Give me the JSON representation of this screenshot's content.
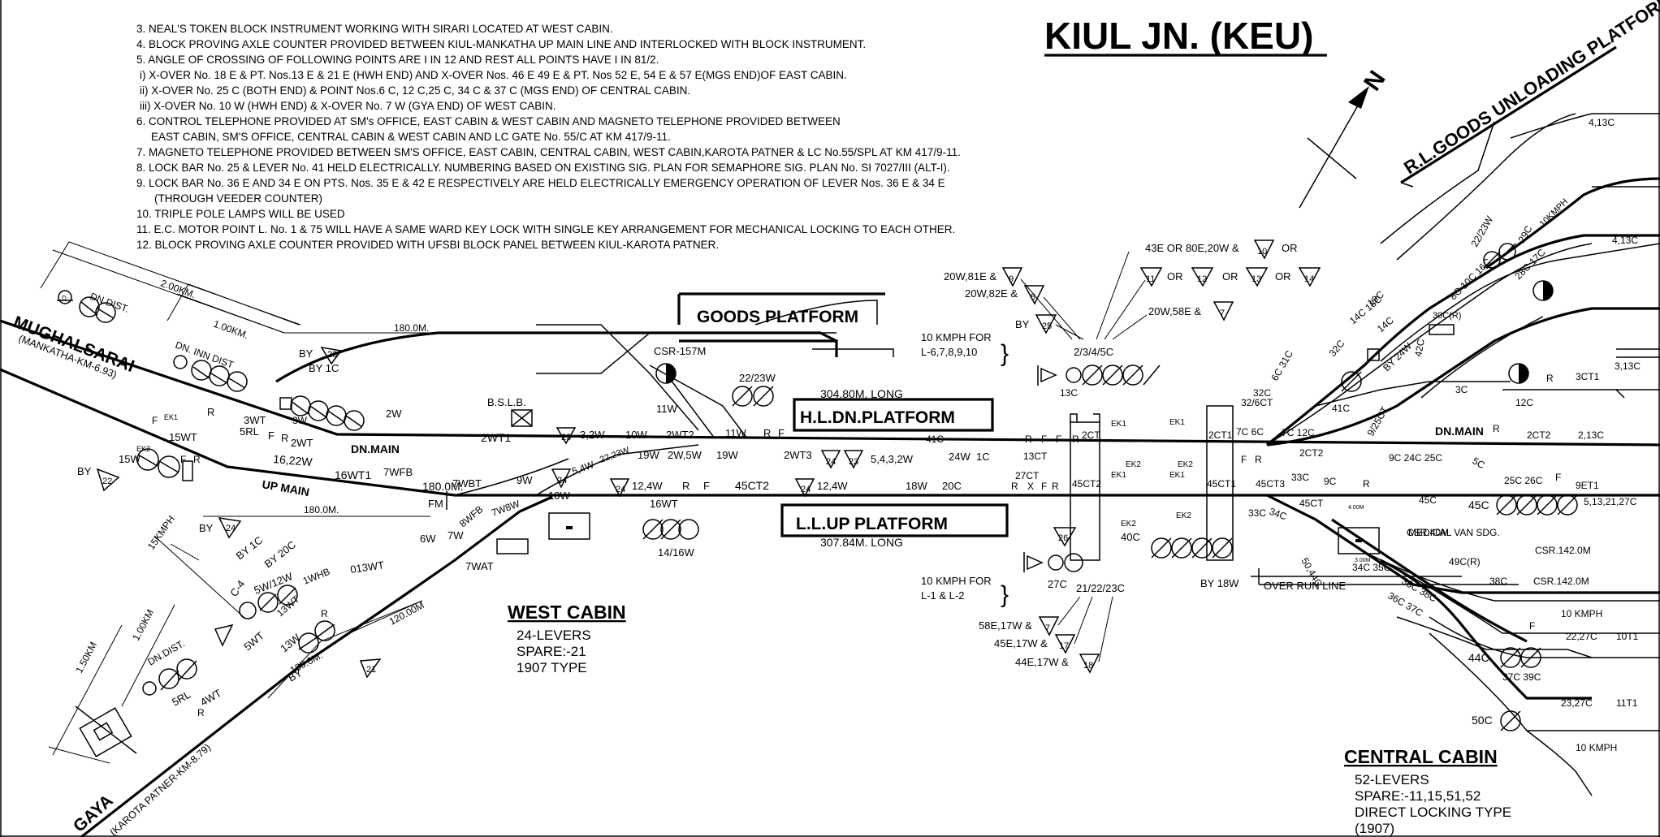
{
  "title": "KIUL JN. (KEU)",
  "notes": [
    "3. NEAL'S TOKEN BLOCK INSTRUMENT WORKING WITH SIRARI LOCATED AT WEST CABIN.",
    "4. BLOCK PROVING AXLE COUNTER PROVIDED BETWEEN KIUL-MANKATHA UP MAIN LINE AND INTERLOCKED WITH BLOCK INSTRUMENT.",
    "5. ANGLE OF CROSSING OF FOLLOWING POINTS ARE I IN 12 AND REST ALL POINTS HAVE I IN 81/2.",
    "i) X-OVER No. 18 E & PT. Nos.13 E & 21 E (HWH END) AND X-OVER Nos. 46 E 49 E & PT. Nos 52 E, 54 E & 57 E(MGS END)OF EAST CABIN.",
    "ii) X-OVER No. 25 C (BOTH END) & POINT Nos.6 C, 12 C,25 C, 34 C & 37 C (MGS END) OF CENTRAL CABIN.",
    "iii) X-OVER No. 10 W (HWH END) & X-OVER No. 7 W (GYA END) OF WEST CABIN.",
    "6. CONTROL TELEPHONE PROVIDED AT SM's OFFICE, EAST CABIN & WEST CABIN AND MAGNETO TELEPHONE PROVIDED BETWEEN",
    "EAST CABIN, SM'S OFFICE, CENTRAL CABIN & WEST CABIN AND LC GATE No. 55/C AT KM 417/9-11.",
    "7. MAGNETO TELEPHONE PROVIDED BETWEEN SM'S OFFICE, EAST CABIN, CENTRAL CABIN, WEST CABIN,KAROTA PATNER & LC No.55/SPL AT KM 417/9-11.",
    "8. LOCK BAR No. 25 & LEVER No. 41 HELD ELECTRICALLY. NUMBERING BASED ON EXISTING SIG. PLAN FOR SEMAPHORE SIG. PLAN No. SI 7027/III (ALT-I).",
    "9. LOCK BAR No. 36 E AND 34 E ON PTS. Nos. 35 E & 42 E RESPECTIVELY ARE HELD ELECTRICALLY EMERGENCY OPERATION OF LEVER Nos. 36 E & 34 E",
    "(THROUGH VEEDER COUNTER)",
    "10. TRIPLE POLE LAMPS WILL BE USED",
    "11. E.C. MOTOR POINT L. No. 1 & 75 WILL HAVE A SAME WARD KEY LOCK WITH SINGLE KEY ARRANGEMENT FOR MECHANICAL LOCKING TO EACH OTHER.",
    "12. BLOCK PROVING AXLE COUNTER PROVIDED WITH UFSBI BLOCK PANEL BETWEEN KIUL-KAROTA PATNER."
  ],
  "directions": {
    "mughalsarai": "MUGHALSARAI",
    "mughalsarai_km": "(MANKATHA-KM-6.93)",
    "gaya": "GAYA",
    "gaya_km": "(KAROTA PATNER-KM-8.79)",
    "north": "N"
  },
  "platforms": {
    "goods": "GOODS PLATFORM",
    "hl_dn": "H.L.DN.PLATFORM",
    "hl_dn_len": "304.80M. LONG",
    "ll_up": "L.L.UP PLATFORM",
    "ll_up_len": "307.84M. LONG",
    "rl_goods": "R.L.GOODS UNLOADING PLATFORM"
  },
  "cabins": {
    "west": {
      "name": "WEST CABIN",
      "lines": [
        "24-LEVERS",
        "SPARE:-21",
        "1907 TYPE"
      ]
    },
    "central": {
      "name": "CENTRAL CABIN",
      "lines": [
        "52-LEVERS",
        "SPARE:-11,15,51,52",
        "DIRECT LOCKING TYPE",
        "(1907)"
      ]
    }
  },
  "lines": {
    "dn_main": "DN.MAIN",
    "up_main": "UP MAIN",
    "dn_main_east": "DN.MAIN",
    "overrun": "OVER RUN LINE",
    "medical": "MEDICAL VAN SDG."
  },
  "labels": {
    "d2km": "2.00KM.",
    "d1km": "1.00KM.",
    "d180a": "180.0M.",
    "d180b": "180.0M.",
    "d180c": "180.0M.",
    "d120": "120.00M",
    "d150": "1.50KM",
    "d100": "1.00KM",
    "dn_dist": "DN.DIST.",
    "dn_inn_dist": "DN. INN DIST",
    "dn_dist2": "DN.DIST.",
    "csr157": "CSR-157M",
    "bslb": "B.S.L.B.",
    "kmph15": "15KMPH",
    "kmph10a": "10KMPH",
    "kmph10b": "10 KMPH",
    "kmph10c": "10 KMPH",
    "kmph_for_l6": "10 KMPH FOR",
    "kmph_for_l6b": "L-6,7,8,9,10",
    "kmph_for_l1": "10 KMPH FOR",
    "kmph_for_l1b": "L-1 & L-2",
    "csr40": "CSR.40M.",
    "csr142a": "CSR.142.0M",
    "csr142b": "CSR.142.0M",
    "by23": "BY",
    "by1c": "BY 1C",
    "by22": "BY",
    "by24": "BY",
    "by1c2": "BY 1C",
    "by20c": "BY 20C",
    "by21": "BY",
    "by25": "BY",
    "by24w": "BY 24W",
    "by18w": "BY 18W",
    "l2w": "2W",
    "l3w": "3W",
    "l3wt": "3WT",
    "l5rl": "5RL",
    "l2wt": "2WT",
    "l2wt1": "2WT1",
    "l15wt": "15WT",
    "l15w": "15W",
    "l16_22w": "16,22W",
    "l16wt1": "16WT1",
    "l7wfb": "7WFB",
    "l7wbt": "7WBT",
    "l9w": "9W",
    "l10w": "10W",
    "l11w": "11W",
    "l11w2": "11W",
    "l19w": "19W",
    "l19w2": "19W",
    "l22_23w": "22/23W",
    "l2w5w": "2W,5W",
    "l2wt2": "2WT2",
    "l2wt3": "2WT3",
    "l32w10w": "3,2W",
    "l10wb": "10W",
    "l12_4w": "12,4W",
    "l16wt": "16WT",
    "l14_16w": "14/16W",
    "l45ct2": "45CT2",
    "l12_4w2": "12,4W",
    "l18w": "18W",
    "l20c": "20C",
    "l5432w": "5,4,3,2W",
    "l24w1c": "24W",
    "l1c": "1C",
    "l41c": "41C",
    "l6w": "6W",
    "l7w": "7W",
    "l8wfb": "8WFB",
    "l7w8w": "7W8W",
    "l7wat": "7WAT",
    "l013wt": "013WT",
    "l13w": "13W",
    "l5wt": "5WT",
    "l13wt": "13WT",
    "l1whb": "1WHB",
    "l5w12w": "5W/12W",
    "lc4": "C-4",
    "l4wt": "4WT",
    "l5rl2": "5RL",
    "lfm": "FM",
    "l20w81e": "20W,81E &",
    "l20w82e": "20W,82E &",
    "l43e": "43E OR 80E,20W &",
    "l_or1": "OR",
    "l_or2": "OR",
    "l_or3": "OR",
    "l_or4": "OR",
    "l20w58e": "20W,58E &",
    "l2345c": "2/3/4/5C",
    "l13c": "13C",
    "l13ct": "13CT",
    "l2ct": "2CT",
    "l45ct2b": "45CT2",
    "l27ct": "27CT",
    "lek1a": "EK1",
    "lek2a": "EK2",
    "lek1b": "EK1",
    "lek2b": "EK2",
    "lek1c": "EK1",
    "lek2c": "EK2",
    "lek1d": "EK1",
    "lek2d": "EK2",
    "l2ct1": "2CT1",
    "l45ct1": "45CT1",
    "l45ct3": "45CT3",
    "l33c": "33C",
    "l33c2": "33C",
    "l34c": "34C",
    "l45ct": "45CT",
    "l9c": "9C",
    "l2ct2": "2CT2",
    "l7c12c": "7C 12C",
    "l7c6c": "7C 6C",
    "l32c": "32C",
    "l32_6ct": "32/6CT",
    "l6c31c": "6C 31C",
    "l41c2": "41C",
    "l32c2": "32C",
    "l14c18c": "14C 18C",
    "l19c": "19C",
    "l14c": "14C",
    "l30c": "30C(R)",
    "l8c10c16c": "8C 10C 16C",
    "l22_23w2": "22/23W",
    "l29c": "29C",
    "l28c17c": "28C 17C",
    "l4_13c": "4,13C",
    "l4_13c2": "4,13C",
    "l42c": "42C",
    "l9_25ct": "9/25CT",
    "l9c24c25c": "9C 24C 25C",
    "l5c": "5C",
    "l25c26c": "25C 26C",
    "l2ct2b": "2CT2",
    "l2_13c": "2,13C",
    "l3c": "3C",
    "l3ct1": "3CT1",
    "l3_13c": "3,13C",
    "l12c": "12C",
    "l9et1": "9ET1",
    "l5_13_21_27c": "5,13,21,27C",
    "l45c": "45C",
    "l45c2": "45C",
    "l50_44c": "50,44C",
    "l34c35c": "34C 35C",
    "l36c38c": "36C 38C",
    "l36c37c": "36C 37C",
    "l49c": "49C(R)",
    "l38c": "38C",
    "l40c": "40C",
    "l27c": "27C",
    "l21_22_23c": "21/22/23C",
    "l58e17w": "58E,17W &",
    "l45e17w": "45E,17W &",
    "l44e17w": "44E,17W &",
    "l44c": "44C",
    "l37c39c": "37C 39C",
    "l22_27c": "22,27C",
    "l10t1": "10T1",
    "l50c": "50C",
    "l23_27c": "23,27C",
    "l11t1": "11T1",
    "l4m": "4.00M",
    "l3m": "3.00M",
    "ltri23": "23",
    "ltri22": "22",
    "ltri24": "24",
    "ltri21": "21",
    "ltri23b": "23",
    "ltri24b": "24",
    "ltri24c": "24",
    "ltri24d": "24",
    "ltri23c": "23",
    "ltri25": "25",
    "ltri9": "9",
    "ltri8": "8",
    "ltri10": "10",
    "ltri11": "11",
    "ltri12": "12",
    "ltri13": "13",
    "ltri14": "14",
    "ltri7": "7",
    "ltri26": "26",
    "ltri7b": "7",
    "ltri17": "17",
    "ltri18": "18",
    "lR": "R",
    "lF": "F"
  }
}
